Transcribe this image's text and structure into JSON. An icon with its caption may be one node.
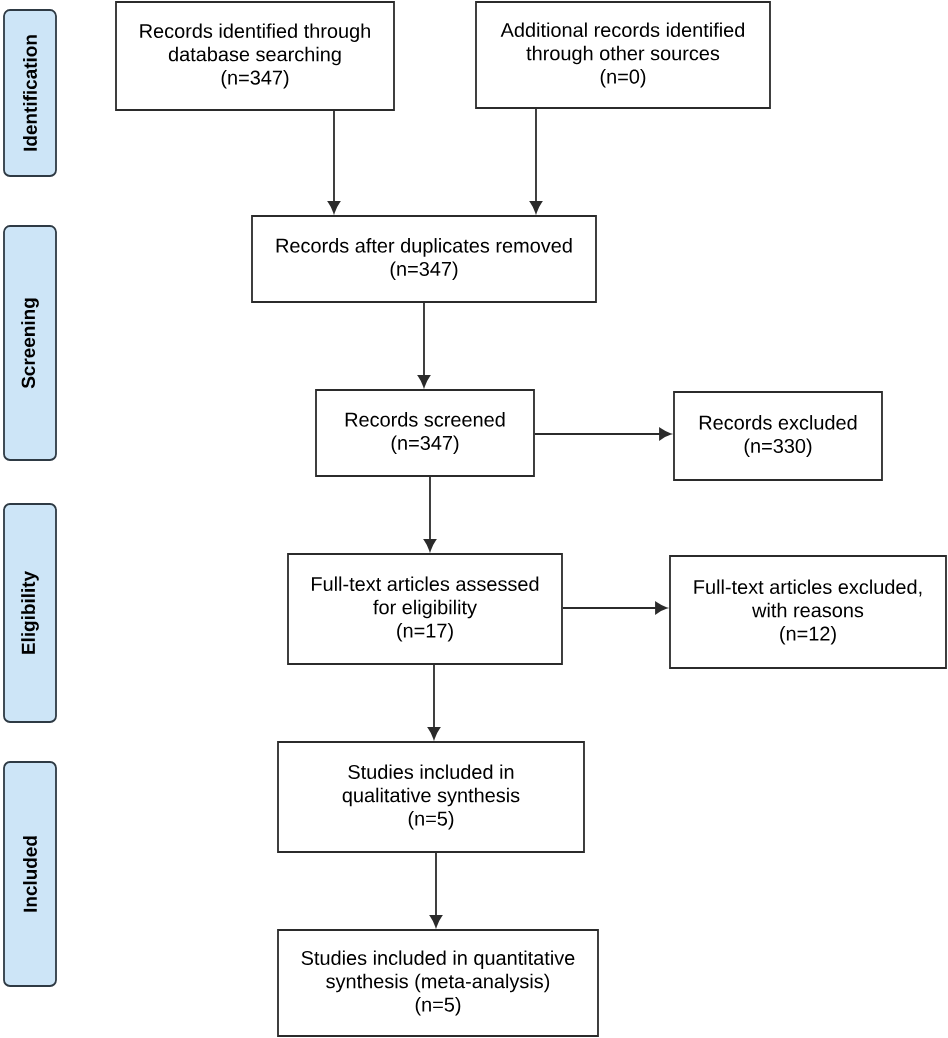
{
  "diagram": {
    "nodes": [
      {
        "text": [
          "Identification"
        ]
      },
      {
        "text": [
          "Records identified through database searching",
          "(n=347)"
        ]
      },
      {
        "text": [
          "Additional records identified through other sources",
          "(n=0)"
        ]
      },
      {
        "text": [
          "Screening"
        ]
      },
      {
        "text": [
          "Records after duplicates removed",
          "(n=347)"
        ]
      },
      {
        "text": [
          "Records screened",
          "(n=347)"
        ]
      },
      {
        "text": [
          "Records excluded",
          "(n=330)"
        ]
      },
      {
        "text": [
          "Eligibility"
        ]
      },
      {
        "text": [
          "Full-text articles assessed for eligibility",
          "(n=17)"
        ]
      },
      {
        "text": [
          "Full-text articles excluded, with reasons",
          "(n=12)"
        ]
      },
      {
        "text": [
          "Included"
        ]
      },
      {
        "text": [
          "Studies included in qualitative synthesis",
          "(n=5)"
        ]
      },
      {
        "text": [
          "Studies included in quantitative synthesis (meta-analysis)",
          "(n=5)"
        ]
      }
    ],
    "edges": [
      {
        "from": 1,
        "to": 4,
        "arrow": "to"
      },
      {
        "from": 2,
        "to": 4,
        "arrow": "to"
      },
      {
        "from": 4,
        "to": 5,
        "arrow": "to"
      },
      {
        "from": 5,
        "to": 6,
        "arrow": "to"
      },
      {
        "from": 5,
        "to": 8,
        "arrow": "to"
      },
      {
        "from": 8,
        "to": 9,
        "arrow": "to"
      },
      {
        "from": 8,
        "to": 11,
        "arrow": "to"
      },
      {
        "from": 11,
        "to": 12,
        "arrow": "to"
      }
    ]
  }
}
